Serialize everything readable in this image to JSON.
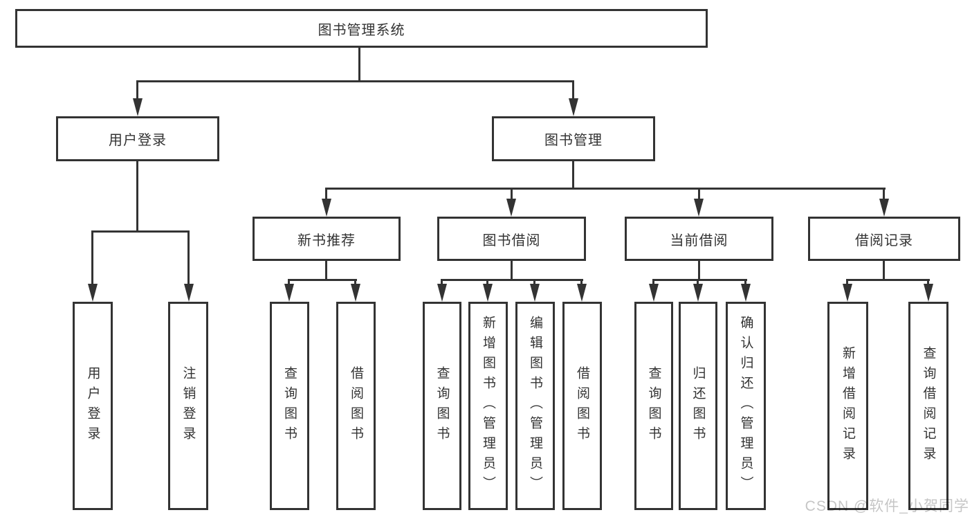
{
  "tree": {
    "root": {
      "label": "图书管理系统"
    },
    "branches": [
      {
        "label": "用户登录",
        "children": [
          {
            "label": "用户登录"
          },
          {
            "label": "注销登录"
          }
        ]
      },
      {
        "label": "图书管理",
        "children": [
          {
            "label": "新书推荐",
            "children": [
              {
                "label": "查询图书"
              },
              {
                "label": "借阅图书"
              }
            ]
          },
          {
            "label": "图书借阅",
            "children": [
              {
                "label": "查询图书"
              },
              {
                "label": "新增图书（管理员）"
              },
              {
                "label": "编辑图书（管理员）"
              },
              {
                "label": "借阅图书"
              }
            ]
          },
          {
            "label": "当前借阅",
            "children": [
              {
                "label": "查询图书"
              },
              {
                "label": "归还图书"
              },
              {
                "label": "确认归还（管理员）"
              }
            ]
          },
          {
            "label": "借阅记录",
            "children": [
              {
                "label": "新增借阅记录"
              },
              {
                "label": "查询借阅记录"
              }
            ]
          }
        ]
      }
    ]
  },
  "watermark": "CSDN @软件_小贺同学",
  "colors": {
    "line": "#333333",
    "text": "#333333",
    "watermark": "#c6c6c6",
    "background": "#ffffff"
  }
}
